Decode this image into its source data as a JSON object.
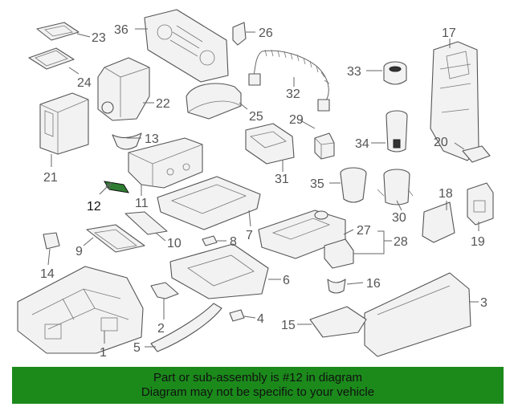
{
  "diagram": {
    "highlight_callout": "12",
    "callouts": [
      "1",
      "2",
      "3",
      "4",
      "5",
      "6",
      "7",
      "8",
      "9",
      "10",
      "11",
      "12",
      "13",
      "14",
      "15",
      "16",
      "17",
      "18",
      "19",
      "20",
      "21",
      "22",
      "23",
      "24",
      "25",
      "26",
      "27",
      "28",
      "29",
      "30",
      "31",
      "32",
      "33",
      "34",
      "35",
      "36"
    ]
  },
  "banner": {
    "line1": "Part or sub-assembly is #12 in diagram",
    "line2": "Diagram may not be specific to your vehicle"
  },
  "colors": {
    "banner_bg": "#1b8a1b",
    "highlight_part": "#2e7d32",
    "line": "#555555"
  }
}
